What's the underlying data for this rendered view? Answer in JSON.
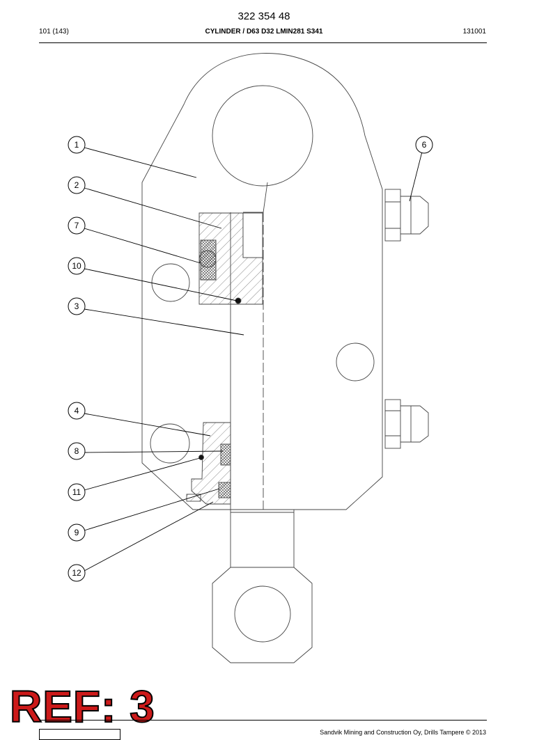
{
  "header": {
    "doc_number": "322 354 48",
    "page": "101 (143)",
    "title": "CYLINDER / D63 D32 LMIN281 S341",
    "code": "131001"
  },
  "callouts": [
    {
      "num": "1"
    },
    {
      "num": "2"
    },
    {
      "num": "7"
    },
    {
      "num": "10"
    },
    {
      "num": "3"
    },
    {
      "num": "4"
    },
    {
      "num": "8"
    },
    {
      "num": "11"
    },
    {
      "num": "9"
    },
    {
      "num": "12"
    },
    {
      "num": "6"
    }
  ],
  "stamp": {
    "text": "REF: 3",
    "color": "#cc1a1a"
  },
  "footer": {
    "copyright": "Sandvik Mining and Construction Oy, Drills Tampere © 2013"
  }
}
